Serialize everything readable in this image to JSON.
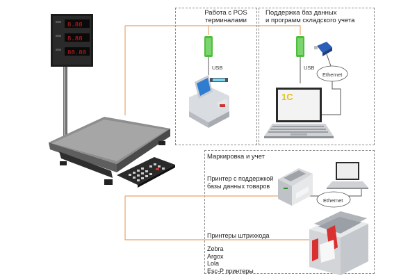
{
  "pos_group": {
    "title_line1": "Работа с POS",
    "title_line2": "терминалами",
    "usb_label": "USB"
  },
  "db_group": {
    "title_line1": "Поддержка баз данных",
    "title_line2": "и программ складского учета",
    "usb_label": "USB",
    "ethernet_label": "Ethernet",
    "screen_label": "1C"
  },
  "marking_group": {
    "title": "Маркировка и учет",
    "printer_db_line1": "Принтер с поддержкой",
    "printer_db_line2": "базы данных товаров",
    "ethernet_label": "Ethernet",
    "barcode_title": "Принтеры штрихкода",
    "barcode_models": [
      "Zebra",
      "Argox",
      "Lola",
      "Esc-P принтеры"
    ]
  },
  "colors": {
    "connector": "#e8a36a",
    "usb_green": "#4cbf3a",
    "dashed_border": "#8a8a8a"
  }
}
